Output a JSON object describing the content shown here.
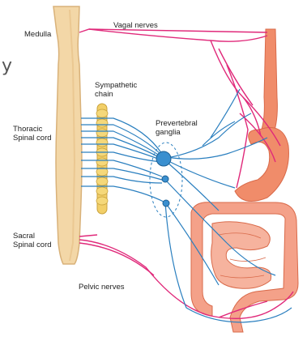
{
  "labels": {
    "medulla": "Medulla",
    "vagal_nerves": "Vagal nerves",
    "thoracic_line1": "Thoracic",
    "thoracic_line2": "Spinal cord",
    "sympathetic_line1": "Sympathetic",
    "sympathetic_line2": "chain",
    "prevertebral_line1": "Prevertebral",
    "prevertebral_line2": "ganglia",
    "sacral_line1": "Sacral",
    "sacral_line2": "Spinal cord",
    "pelvic_nerves": "Pelvic nerves",
    "partial_glyph": "y"
  },
  "colors": {
    "spinal_cord": "#f3d7a7",
    "spinal_cord_outline": "#d9b27a",
    "ganglion_chain": "#f2cf68",
    "parasympathetic_nerve": "#e0297a",
    "sympathetic_nerve": "#2a7fbf",
    "ganglion_fill": "#3a8fcf",
    "gut_fill": "#f08c6a",
    "gut_dark": "#d96a4a",
    "intestine_fill": "#f4a189"
  }
}
